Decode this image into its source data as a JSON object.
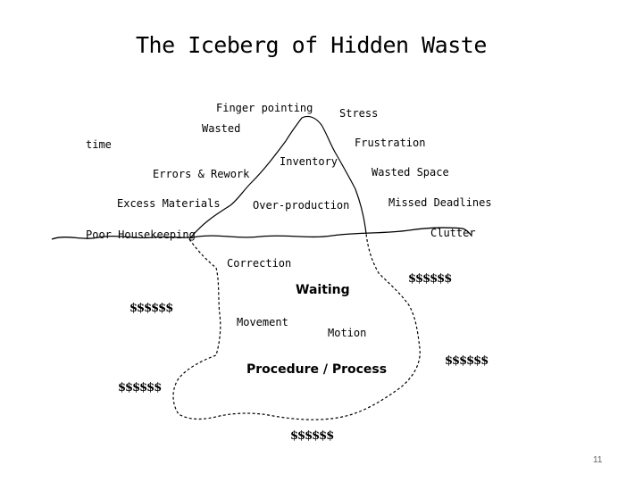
{
  "title": "The Iceberg of Hidden Waste",
  "above_water": {
    "finger_pointing": "Finger pointing",
    "stress": "Stress",
    "wasted": "Wasted",
    "time": "time",
    "frustration": "Frustration",
    "inventory": "Inventory",
    "errors_rework": "Errors & Rework",
    "wasted_space": "Wasted Space",
    "excess_materials": "Excess Materials",
    "over_production": "Over-production",
    "missed_deadlines": "Missed Deadlines",
    "clutter": "Clutter",
    "poor_housekeeping": "Poor Housekeeping"
  },
  "below_water": {
    "correction": "Correction",
    "waiting": "Waiting",
    "movement": "Movement",
    "motion": "Motion",
    "procedure_process": "Procedure / Process"
  },
  "money_labels": [
    "$$$$$$",
    "$$$$$$",
    "$$$$$$",
    "$$$$$$",
    "$$$$$$"
  ],
  "page_number": "11"
}
